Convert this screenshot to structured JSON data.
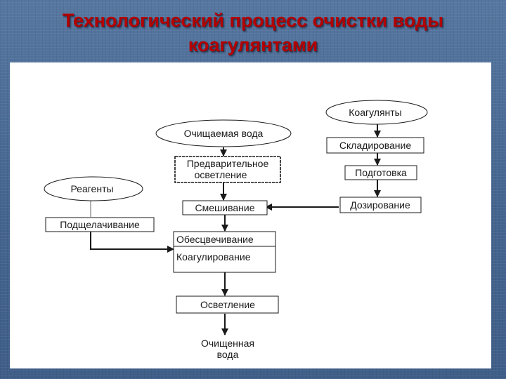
{
  "slide": {
    "title_line1": "Технологический процесс очистки воды",
    "title_line2": "коагулянтами"
  },
  "diagram": {
    "nodes": {
      "water_in": "Очищаемая вода",
      "pre_clarification_1": "Предварительное",
      "pre_clarification_2": "осветление",
      "mixing": "Смешивание",
      "decolorization": "Обесцвечивание",
      "coagulation": "Коагулирование",
      "clarification": "Осветление",
      "clean_water_1": "Очищенная",
      "clean_water_2": "вода",
      "coagulants": "Коагулянты",
      "storage": "Складирование",
      "preparation": "Подготовка",
      "dosing": "Дозирование",
      "reagents": "Реагенты",
      "alkalization": "Подщелачивание"
    }
  }
}
